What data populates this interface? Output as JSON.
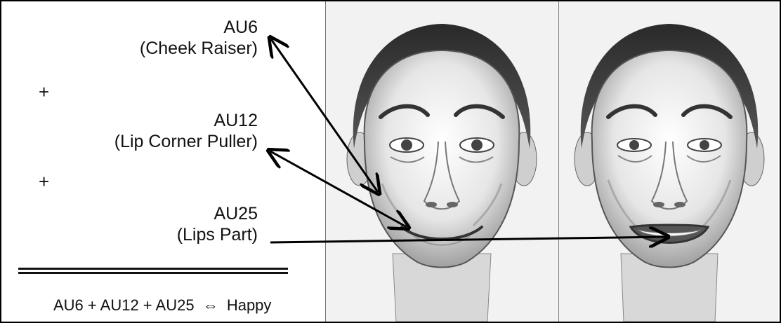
{
  "annotations": [
    {
      "code": "AU6",
      "name": "(Cheek Raiser)"
    },
    {
      "code": "AU12",
      "name": "(Lip Corner Puller)"
    },
    {
      "code": "AU25",
      "name": "(Lips Part)"
    }
  ],
  "plus_sign": "+",
  "formula": {
    "left": "AU6 + AU12 + AU25",
    "symbol": "⇔",
    "right": "Happy"
  },
  "faces": [
    {
      "expression": "neutral-smile"
    },
    {
      "expression": "open-lips-smile"
    }
  ]
}
